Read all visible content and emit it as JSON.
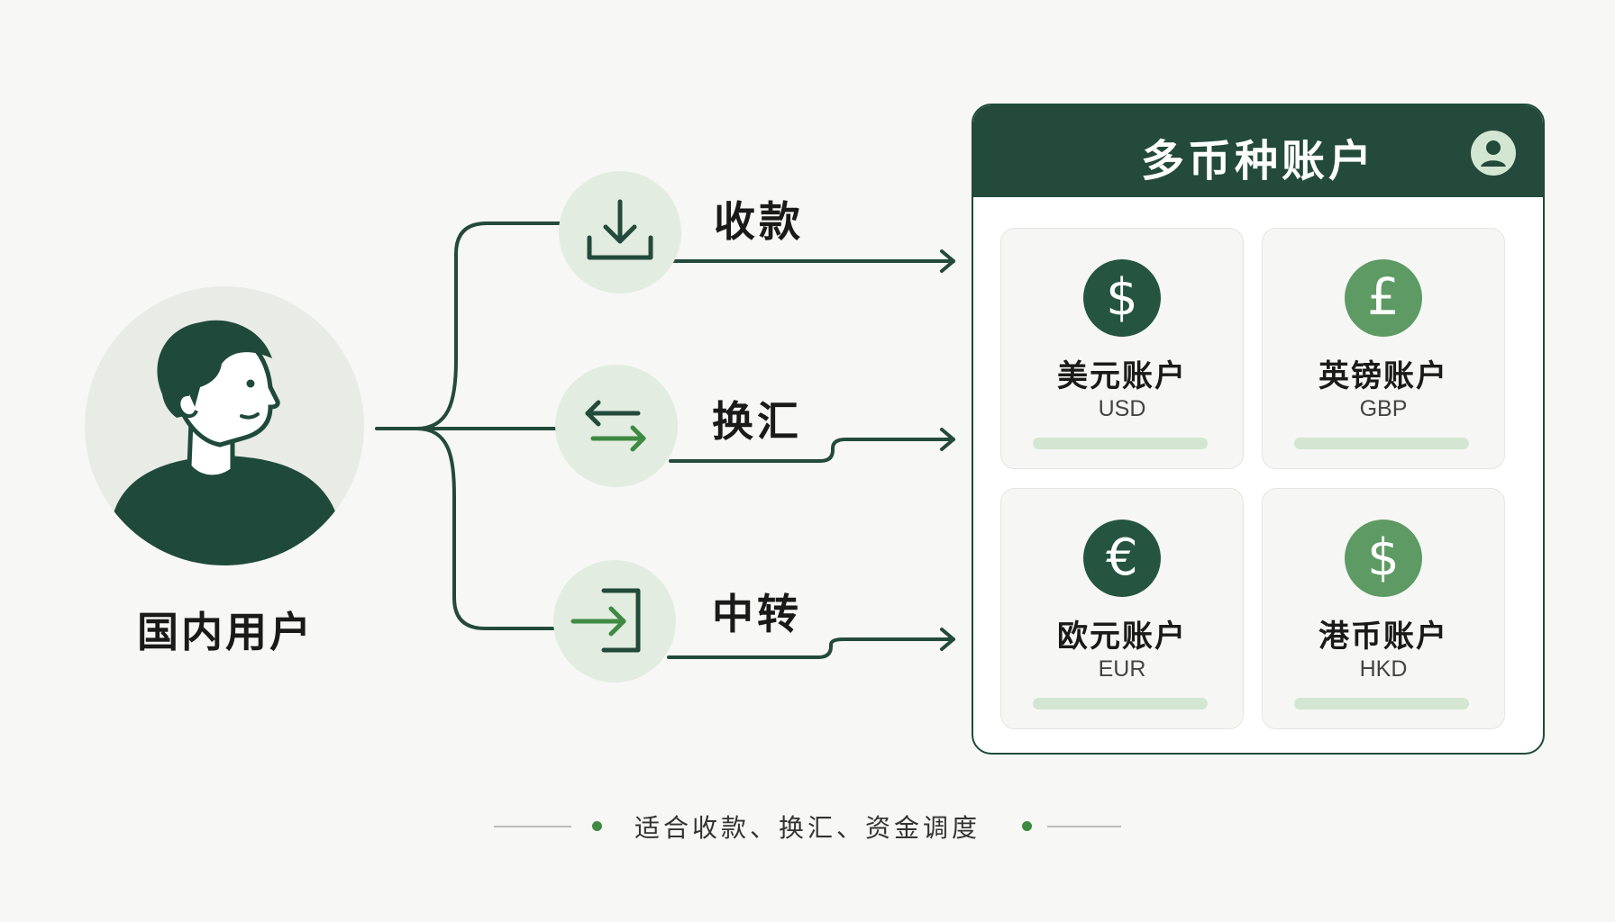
{
  "user": {
    "label": "国内用户"
  },
  "services": [
    {
      "id": "receive",
      "label": "收款",
      "icon": "download-icon"
    },
    {
      "id": "exchange",
      "label": "换汇",
      "icon": "swap-arrows-icon"
    },
    {
      "id": "transfer",
      "label": "中转",
      "icon": "transfer-in-icon"
    }
  ],
  "panel": {
    "title": "多币种账户",
    "icon": "user-avatar-icon",
    "accounts": [
      {
        "name": "美元账户",
        "code": "USD",
        "symbol": "$",
        "tone": "dark"
      },
      {
        "name": "英镑账户",
        "code": "GBP",
        "symbol": "£",
        "tone": "light"
      },
      {
        "name": "欧元账户",
        "code": "EUR",
        "symbol": "€",
        "tone": "dark"
      },
      {
        "name": "港币账户",
        "code": "HKD",
        "symbol": "$",
        "tone": "light"
      }
    ]
  },
  "footer": {
    "text": "适合收款、换汇、资金调度"
  },
  "colors": {
    "dark_green": "#234a3b",
    "mid_green": "#5e9a63",
    "accent_green": "#3e8a43",
    "light_green": "#e3ece0",
    "bar_green": "#d3e6d1"
  }
}
